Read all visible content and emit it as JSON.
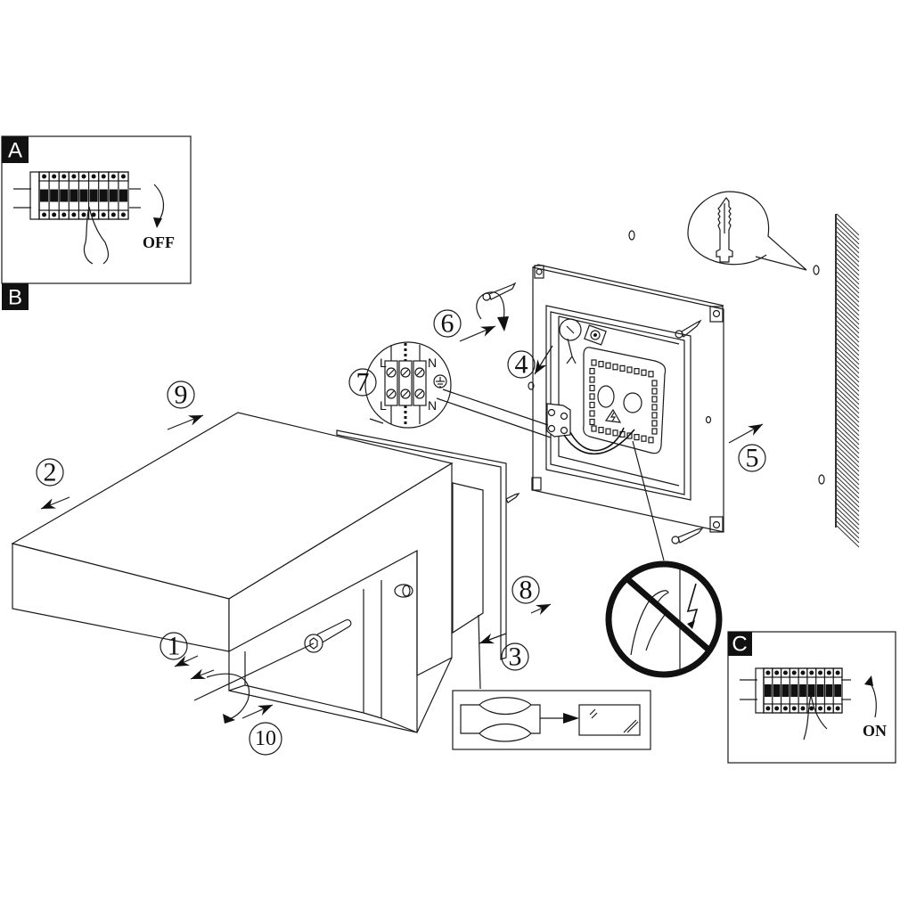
{
  "panels": {
    "a": {
      "letter": "A",
      "switch_label": "OFF"
    },
    "b": {
      "letter": "B"
    },
    "c": {
      "letter": "C",
      "switch_label": "ON"
    }
  },
  "steps": [
    {
      "id": "1",
      "label": "1"
    },
    {
      "id": "2",
      "label": "2"
    },
    {
      "id": "3",
      "label": "3"
    },
    {
      "id": "4",
      "label": "4"
    },
    {
      "id": "5",
      "label": "5"
    },
    {
      "id": "6",
      "label": "6"
    },
    {
      "id": "7",
      "label": "7"
    },
    {
      "id": "8",
      "label": "8"
    },
    {
      "id": "9",
      "label": "9"
    },
    {
      "id": "10",
      "label": "10"
    }
  ],
  "terminal_block": {
    "live_label": "L",
    "neutral_label": "N",
    "earth_symbol": "earth-ground-icon"
  },
  "icons": {
    "warning": "no-touch-electric-hazard-icon",
    "wall_plug": "wall-anchor-plug-icon",
    "glass": "glass-panel-icon"
  },
  "colors": {
    "line": "#1a1a1a",
    "panel_tag_bg": "#111111",
    "background": "#ffffff"
  }
}
